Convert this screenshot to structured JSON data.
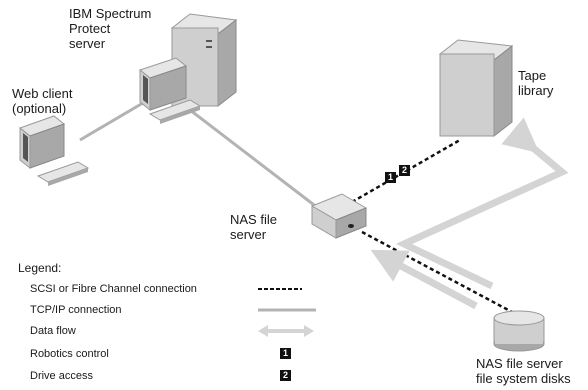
{
  "labels": {
    "server": "IBM Spectrum\nProtect\nserver",
    "web_client": "Web client\n(optional)",
    "tape_library": "Tape\nlibrary",
    "nas_file_server": "NAS file\nserver",
    "nas_disks": "NAS file server\nfile system disks"
  },
  "legend": {
    "title": "Legend:",
    "scsi": "SCSI or Fibre Channel connection",
    "tcpip": "TCP/IP connection",
    "data_flow": "Data flow",
    "robotics": "Robotics control",
    "drive": "Drive access"
  },
  "badges": {
    "robotics": "1",
    "drive": "2"
  },
  "colors": {
    "line_gray": "#b3b3b3",
    "device_light": "#e6e6e6",
    "device_mid": "#cfcfcf",
    "device_dark": "#a8a8a8",
    "data_flow": "#d4d4d4",
    "scsi": "#111111"
  }
}
